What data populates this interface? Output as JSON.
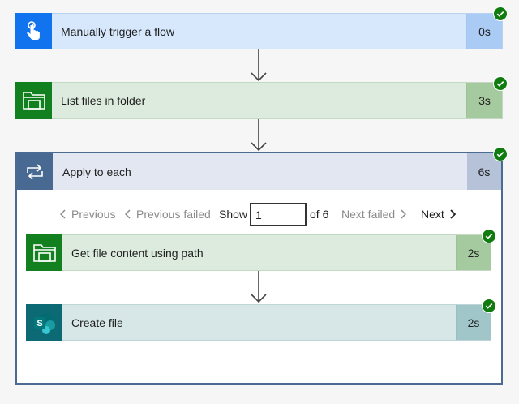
{
  "steps": {
    "trigger": {
      "title": "Manually trigger a flow",
      "duration": "0s",
      "icon": "hand-touch-icon",
      "status": "succeeded"
    },
    "list_files": {
      "title": "List files in folder",
      "duration": "3s",
      "icon": "folder-icon",
      "status": "succeeded"
    },
    "apply_to_each": {
      "title": "Apply to each",
      "duration": "6s",
      "icon": "loop-icon",
      "status": "succeeded",
      "pager": {
        "previous": "Previous",
        "previous_failed": "Previous failed",
        "show": "Show",
        "current": "1",
        "of": "of 6",
        "next_failed": "Next failed",
        "next": "Next"
      },
      "children": {
        "get_content": {
          "title": "Get file content using path",
          "duration": "2s",
          "icon": "folder-icon",
          "status": "succeeded"
        },
        "create_file": {
          "title": "Create file",
          "duration": "2s",
          "icon": "sharepoint-icon",
          "status": "succeeded"
        }
      }
    }
  },
  "colors": {
    "success": "#107c10",
    "trigger_accent": "#1174ee",
    "onedrive_accent": "#12801f",
    "loop_accent": "#486991",
    "sharepoint_accent": "#0b6a73"
  }
}
